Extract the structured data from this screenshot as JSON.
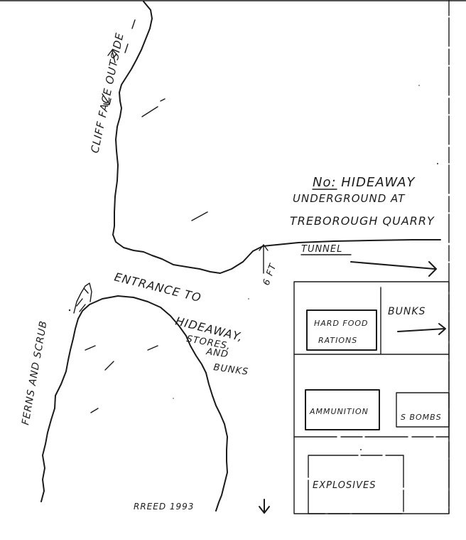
{
  "labels": {
    "cliff_face": "CLIFF FACE OUTSIDE",
    "title_line1": "No: HIDEAWAY",
    "title_line2": "UNDERGROUND AT",
    "title_line3": "TREBOROUGH QUARRY",
    "tunnel": "TUNNEL",
    "height": "6 FT",
    "entrance_line1": "ENTRANCE TO",
    "entrance_line2": "HIDEAWAY,",
    "entrance_line3": "STORES,",
    "entrance_line4": "AND",
    "entrance_line5": "BUNKS",
    "ferns": "FERNS AND SCRUB",
    "hard_food": "HARD FOOD",
    "rations": "RATIONS",
    "bunks": "BUNKS",
    "ammunition": "AMMUNITION",
    "s_bombs": "S BOMBS",
    "explosives": "EXPLOSIVES",
    "signature": "RREED 1993"
  },
  "colors": {
    "ink": "#1a1a1a",
    "paper": "#ffffff"
  }
}
